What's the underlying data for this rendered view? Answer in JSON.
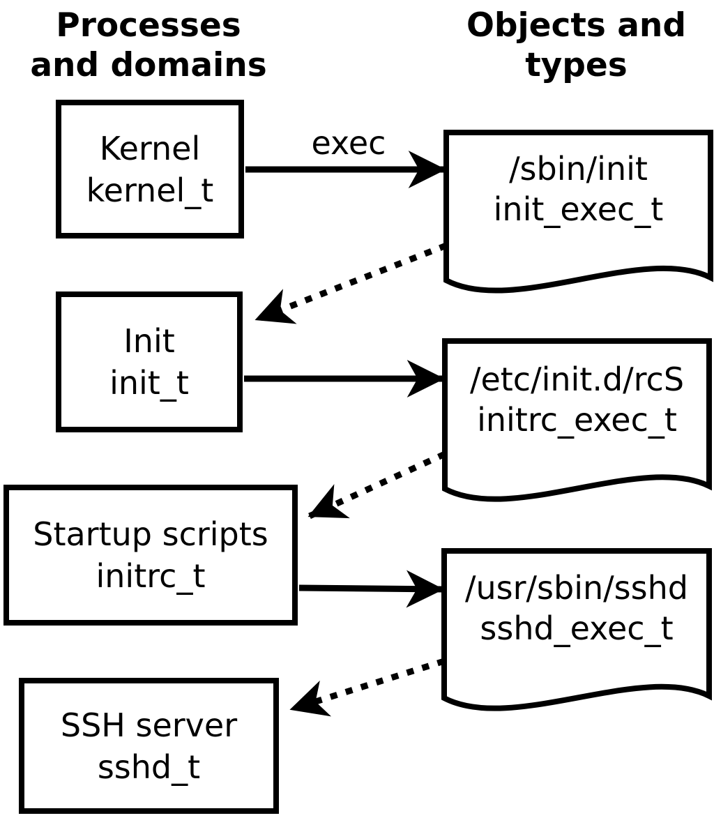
{
  "headers": {
    "left": [
      "Processes",
      "and domains"
    ],
    "right": [
      "Objects and",
      "types"
    ]
  },
  "processes": [
    {
      "name": "Kernel",
      "type": "kernel_t"
    },
    {
      "name": "Init",
      "type": "init_t"
    },
    {
      "name": "Startup scripts",
      "type": "initrc_t"
    },
    {
      "name": "SSH server",
      "type": "sshd_t"
    }
  ],
  "objects": [
    {
      "path": "/sbin/init",
      "type": "init_exec_t"
    },
    {
      "path": "/etc/init.d/rcS",
      "type": "initrc_exec_t"
    },
    {
      "path": "/usr/sbin/sshd",
      "type": "sshd_exec_t"
    }
  ],
  "arrows": {
    "exec_label": "exec",
    "solid": [
      {
        "from": "kernel_t",
        "to": "init_exec_t",
        "label": "exec"
      },
      {
        "from": "init_t",
        "to": "initrc_exec_t",
        "label": ""
      },
      {
        "from": "initrc_t",
        "to": "sshd_exec_t",
        "label": ""
      }
    ],
    "dotted": [
      {
        "from": "init_exec_t",
        "to": "init_t"
      },
      {
        "from": "initrc_exec_t",
        "to": "initrc_t"
      },
      {
        "from": "sshd_exec_t",
        "to": "sshd_t"
      }
    ]
  },
  "colors": {
    "ink": "#000000",
    "background": "#ffffff"
  }
}
